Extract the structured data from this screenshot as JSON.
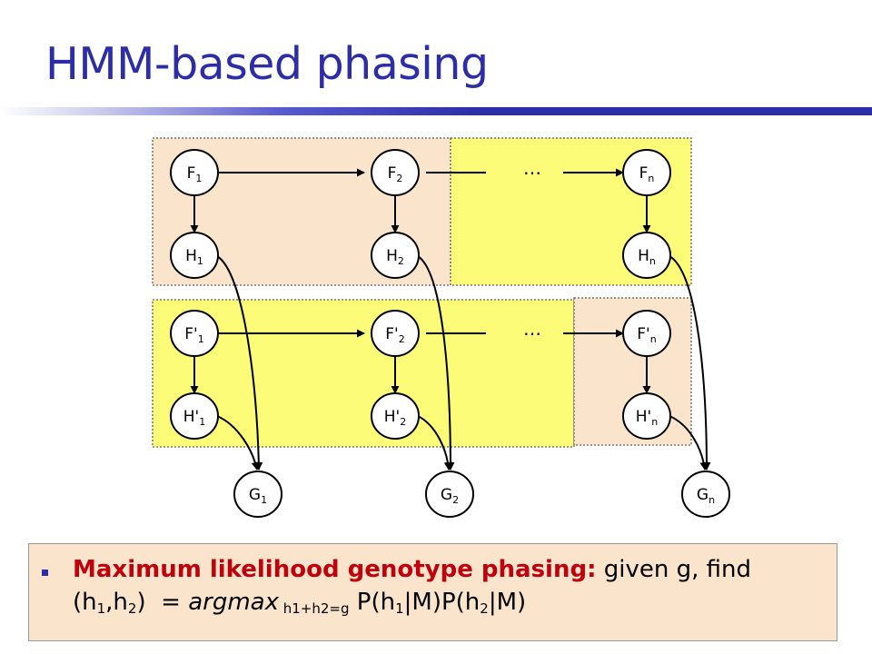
{
  "slide": {
    "title": "HMM-based phasing"
  },
  "diagram": {
    "colors": {
      "region_peach": "#fbe4cc",
      "region_yellow": "#fcfc78",
      "node_fill": "#ffffff",
      "stroke": "#000000"
    },
    "nodes": {
      "F1": {
        "main": "F",
        "sub": "1"
      },
      "F2": {
        "main": "F",
        "sub": "2"
      },
      "Fn": {
        "main": "F",
        "sub": "n"
      },
      "H1": {
        "main": "H",
        "sub": "1"
      },
      "H2": {
        "main": "H",
        "sub": "2"
      },
      "Hn": {
        "main": "H",
        "sub": "n"
      },
      "Fp1": {
        "main": "F'",
        "sub": "1"
      },
      "Fp2": {
        "main": "F'",
        "sub": "2"
      },
      "Fpn": {
        "main": "F'",
        "sub": "n"
      },
      "Hp1": {
        "main": "H'",
        "sub": "1"
      },
      "Hp2": {
        "main": "H'",
        "sub": "2"
      },
      "Hpn": {
        "main": "H'",
        "sub": "n"
      },
      "G1": {
        "main": "G",
        "sub": "1"
      },
      "G2": {
        "main": "G",
        "sub": "2"
      },
      "Gn": {
        "main": "G",
        "sub": "n"
      }
    },
    "ellipsis_top": "…",
    "ellipsis_bottom": "…"
  },
  "bullet": {
    "lead": "Maximum likelihood genotype phasing:",
    "text1": " given g, find",
    "h_open": "(h",
    "h_sub1": "1",
    "h_comma": ",h",
    "h_sub2": "2",
    "h_close": ")  = ",
    "argmax": "argmax",
    "argmax_sub": " h1+h2=g",
    "p1": " P(h",
    "p1_sub": "1",
    "p1_close": "|M)P(h",
    "p2_sub": "2",
    "p2_close": "|M)"
  }
}
